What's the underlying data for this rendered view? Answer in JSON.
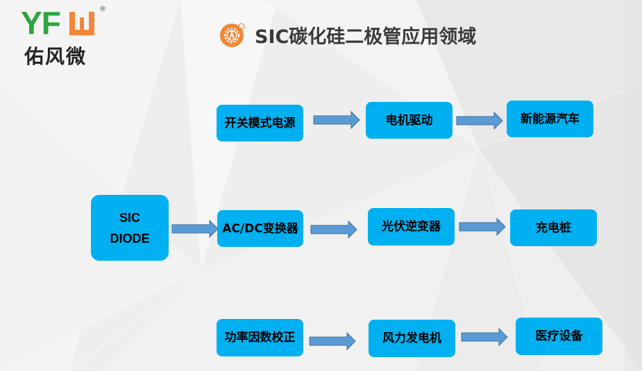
{
  "logo": {
    "letters": [
      "Y",
      "F"
    ],
    "registered_mark": "®",
    "brand_cn": "佑风微",
    "colors": {
      "green": "#2ca53f",
      "orange": "#f0873a"
    }
  },
  "title": {
    "icon": "gear-person-icon",
    "text": "SIC碳化硅二极管应用领域",
    "icon_color": "#f0873a"
  },
  "diagram": {
    "node_color": "#00b0f0",
    "arrow_color": "#5b9bd5",
    "source": {
      "label": "SIC\nDIODE"
    },
    "rows": [
      {
        "nodes": [
          "开关模式电源",
          "电机驱动",
          "新能源汽车"
        ]
      },
      {
        "nodes": [
          "AC/DC变换器",
          "光伏逆变器",
          "充电桩"
        ]
      },
      {
        "nodes": [
          "功率因数校正",
          "风力发电机",
          "医疗设备"
        ]
      }
    ],
    "edges": [
      [
        "SIC DIODE",
        "AC/DC变换器"
      ],
      [
        "开关模式电源",
        "电机驱动"
      ],
      [
        "电机驱动",
        "新能源汽车"
      ],
      [
        "AC/DC变换器",
        "光伏逆变器"
      ],
      [
        "光伏逆变器",
        "充电桩"
      ],
      [
        "功率因数校正",
        "风力发电机"
      ],
      [
        "风力发电机",
        "医疗设备"
      ]
    ]
  }
}
